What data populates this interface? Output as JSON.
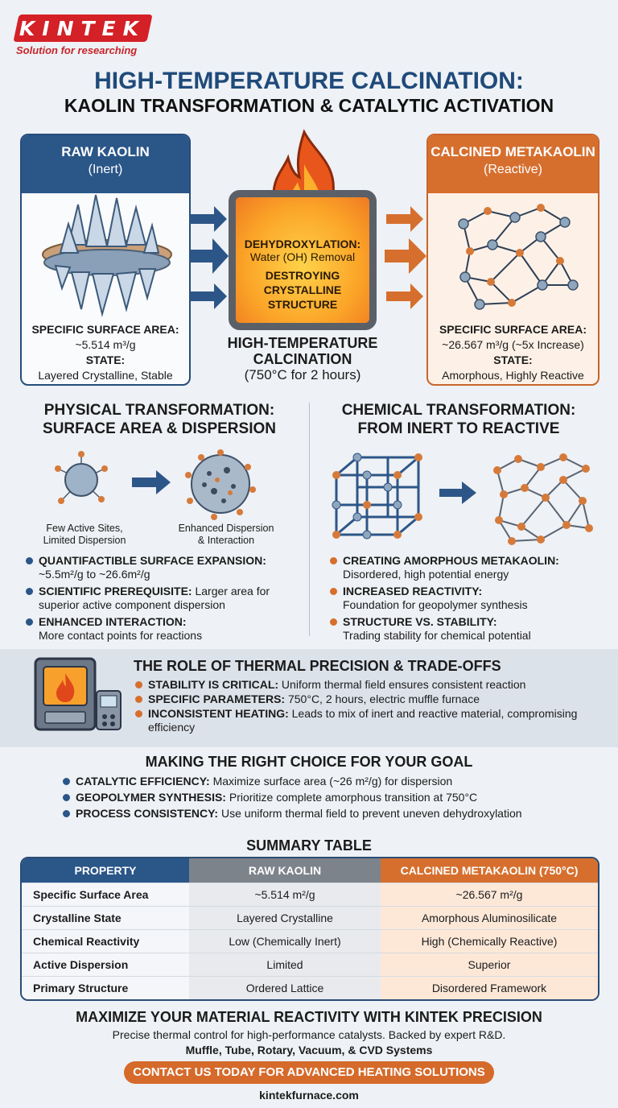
{
  "brand": {
    "logo_text": "KINTEK",
    "tagline": "Solution for researching"
  },
  "title": {
    "line1": "HIGH-TEMPERATURE CALCINATION:",
    "line2": "KAOLIN TRANSFORMATION & CATALYTIC ACTIVATION"
  },
  "raw_card": {
    "name": "RAW KAOLIN",
    "sub": "(Inert)",
    "ssa_label": "SPECIFIC SURFACE AREA:",
    "ssa_value": "~5.514 m³/g",
    "state_label": "STATE:",
    "state_value": "Layered Crystalline, Stable"
  },
  "calcined_card": {
    "name": "CALCINED METAKAOLIN",
    "sub": "(Reactive)",
    "ssa_label": "SPECIFIC SURFACE AREA:",
    "ssa_value": "~26.567 m³/g (~5x Increase)",
    "state_label": "STATE:",
    "state_value": "Amorphous, Highly Reactive"
  },
  "kiln": {
    "l1": "DEHYDROXYLATION:",
    "l2": "Water (OH) Removal",
    "l3a": "DESTROYING",
    "l3b": "CRYSTALLINE",
    "l3c": "STRUCTURE",
    "caption_a": "HIGH-TEMPERATURE",
    "caption_b": "CALCINATION",
    "caption_c": "(750°C for 2 hours)"
  },
  "physical": {
    "title_a": "PHYSICAL TRANSFORMATION:",
    "title_b": "SURFACE AREA & DISPERSION",
    "cap_left_a": "Few Active Sites,",
    "cap_left_b": "Limited Dispersion",
    "cap_right_a": "Enhanced Dispersion",
    "cap_right_b": "& Interaction",
    "bullets": [
      {
        "label": "QUANTIFACTIBLE SURFACE EXPANSION:",
        "text": "~5.5m²/g to ~26.6m²/g"
      },
      {
        "label": "SCIENTIFIC PREREQUISITE:",
        "text": " Larger area for superior active component dispersion"
      },
      {
        "label": "ENHANCED INTERACTION:",
        "text": "More contact points for reactions"
      }
    ]
  },
  "chemical": {
    "title_a": "CHEMICAL TRANSFORMATION:",
    "title_b": "FROM INERT TO REACTIVE",
    "bullets": [
      {
        "label": "CREATING AMORPHOUS METAKAOLIN:",
        "text": "Disordered, high potential energy"
      },
      {
        "label": "INCREASED REACTIVITY:",
        "text": "Foundation for geopolymer synthesis"
      },
      {
        "label": "STRUCTURE VS. STABILITY:",
        "text": "Trading stability for chemical potential"
      }
    ]
  },
  "precision": {
    "title": "THE ROLE OF THERMAL PRECISION & TRADE-OFFS",
    "bullets": [
      {
        "label": "STABILITY IS CRITICAL:",
        "text": " Uniform thermal field ensures consistent reaction"
      },
      {
        "label": "SPECIFIC PARAMETERS:",
        "text": " 750°C, 2 hours, electric muffle furnace"
      },
      {
        "label": "INCONSISTENT HEATING:",
        "text": " Leads to mix of inert and reactive material, compromising efficiency"
      }
    ]
  },
  "choice": {
    "title": "MAKING THE RIGHT CHOICE FOR YOUR GOAL",
    "bullets": [
      {
        "label": "CATALYTIC EFFICIENCY:",
        "text": " Maximize surface area (~26 m²/g) for dispersion"
      },
      {
        "label": "GEOPOLYMER SYNTHESIS:",
        "text": " Prioritize complete amorphous transition at 750°C"
      },
      {
        "label": "PROCESS CONSISTENCY:",
        "text": " Use uniform thermal field to prevent uneven dehydroxylation"
      }
    ]
  },
  "summary": {
    "title": "SUMMARY TABLE",
    "headers": [
      "PROPERTY",
      "RAW KAOLIN",
      "CALCINED METAKAOLIN (750°C)"
    ],
    "rows": [
      [
        "Specific Surface Area",
        "~5.514 m²/g",
        "~26.567 m²/g"
      ],
      [
        "Crystalline State",
        "Layered Crystalline",
        "Amorphous Aluminosilicate"
      ],
      [
        "Chemical Reactivity",
        "Low (Chemically Inert)",
        "High (Chemically Reactive)"
      ],
      [
        "Active Dispersion",
        "Limited",
        "Superior"
      ],
      [
        "Primary Structure",
        "Ordered Lattice",
        "Disordered Framework"
      ]
    ]
  },
  "cta": {
    "headline": "MAXIMIZE YOUR MATERIAL REACTIVITY WITH KINTEK PRECISION",
    "sub": "Precise thermal control for high-performance catalysts. Backed by expert R&D.",
    "systems": "Muffle, Tube, Rotary, Vacuum, & CVD Systems",
    "button": "CONTACT US TODAY FOR ADVANCED HEATING SOLUTIONS",
    "url": "kintekfurnace.com"
  },
  "colors": {
    "navy": "#2a5688",
    "orange": "#d66f2e",
    "red": "#d42027"
  }
}
